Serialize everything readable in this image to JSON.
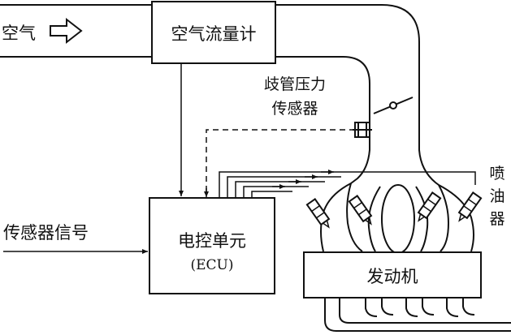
{
  "labels": {
    "air_in": "空气",
    "airflow_meter": "空气流量计",
    "map_sensor_line1": "歧管压力",
    "map_sensor_line2": "传感器",
    "injector_1": "喷",
    "injector_2": "油",
    "injector_3": "器",
    "sensor_signal": "传感器信号",
    "ecu_line1": "电控单元",
    "ecu_line2": "(ECU)",
    "engine": "发动机"
  },
  "colors": {
    "stroke": "#111111",
    "background": "#ffffff"
  }
}
